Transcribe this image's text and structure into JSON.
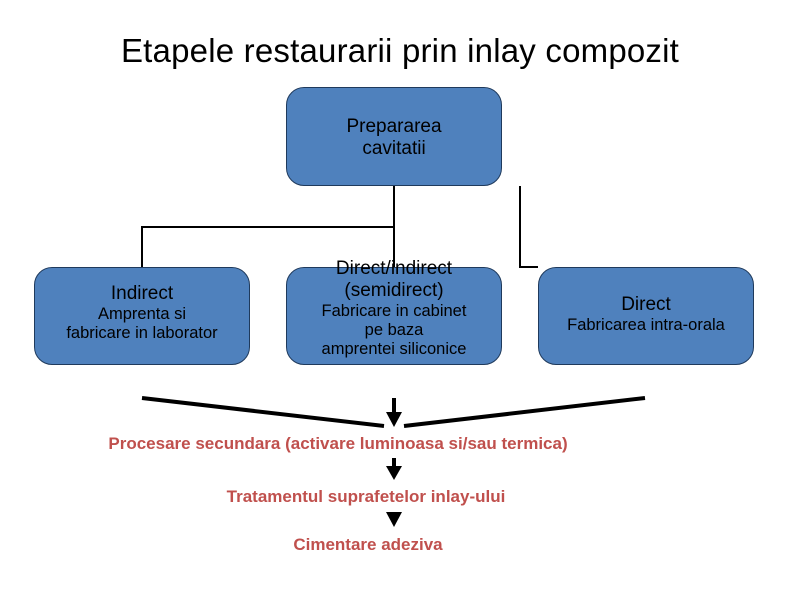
{
  "title": "Etapele restaurarii prin inlay compozit",
  "top_box": {
    "line1": "Prepararea",
    "line2": "cavitatii"
  },
  "boxes": {
    "indirect": {
      "heading": "Indirect",
      "line1": "Amprenta si",
      "line2": "fabricare in laborator"
    },
    "semidirect": {
      "heading1": "Direct/indirect",
      "heading2": "(semidirect)",
      "line1": "Fabricare in cabinet",
      "line2": "pe baza",
      "line3": "amprentei siliconice"
    },
    "direct": {
      "heading": "Direct",
      "line1": "Fabricarea intra-orala"
    }
  },
  "flow": {
    "step1": "Procesare secundara (activare luminoasa si/sau termica)",
    "step2": "Tratamentul suprafetelor inlay-ului",
    "step3": "Cimentare adeziva"
  },
  "colors": {
    "box_fill": "#4f81bd",
    "box_border": "#1f3a5c",
    "flow_text": "#c0504d"
  }
}
